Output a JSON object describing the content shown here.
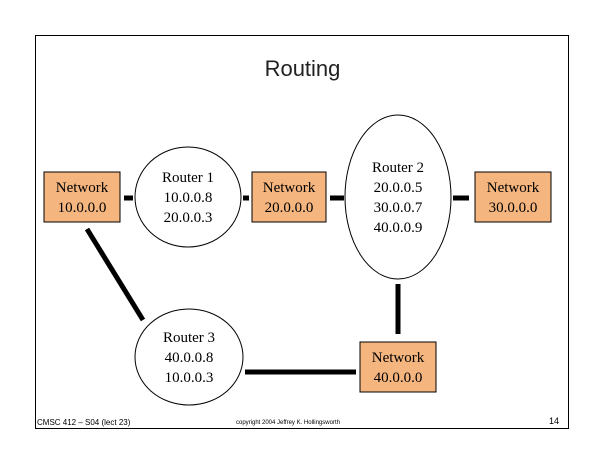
{
  "title": "Routing",
  "colors": {
    "network_fill": "#f5b57f",
    "line": "#000000"
  },
  "networks": [
    {
      "id": "net10",
      "lines": [
        "Network",
        "10.0.0.0"
      ]
    },
    {
      "id": "net20",
      "lines": [
        "Network",
        "20.0.0.0"
      ]
    },
    {
      "id": "net30",
      "lines": [
        "Network",
        "30.0.0.0"
      ]
    },
    {
      "id": "net40",
      "lines": [
        "Network",
        "40.0.0.0"
      ]
    }
  ],
  "routers": [
    {
      "id": "r1",
      "lines": [
        "Router 1",
        "10.0.0.8",
        "20.0.0.3"
      ]
    },
    {
      "id": "r2",
      "lines": [
        "Router 2",
        "20.0.0.5",
        "30.0.0.7",
        "40.0.0.9"
      ]
    },
    {
      "id": "r3",
      "lines": [
        "Router 3",
        "40.0.0.8",
        "10.0.0.3"
      ]
    }
  ],
  "links": [
    [
      "net10",
      "r1"
    ],
    [
      "r1",
      "net20"
    ],
    [
      "net20",
      "r2"
    ],
    [
      "r2",
      "net30"
    ],
    [
      "r2",
      "net40"
    ],
    [
      "net40",
      "r3"
    ],
    [
      "net10",
      "r3"
    ]
  ],
  "footer": {
    "left": "CMSC 412 – S04 (lect 23)",
    "center": "copyright 2004 Jeffrey K. Hollingsworth",
    "page": "14"
  }
}
